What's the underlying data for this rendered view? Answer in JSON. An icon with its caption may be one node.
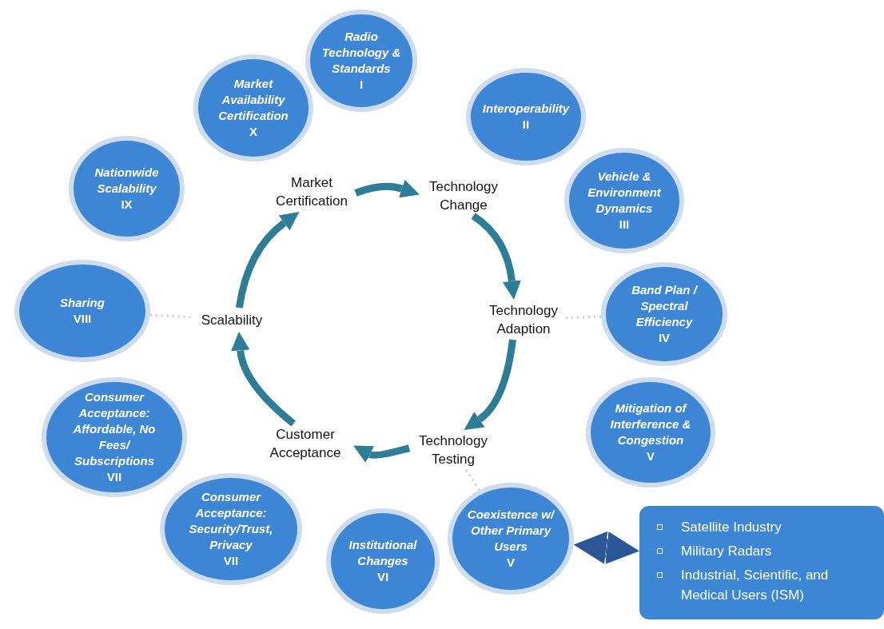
{
  "diagram": {
    "nodes": [
      {
        "text": [
          "Radio Technology & Standards",
          "I"
        ]
      },
      {
        "text": [
          "Interoperability",
          "II"
        ]
      },
      {
        "text": [
          "Vehicle & Environment Dynamics",
          "III"
        ]
      },
      {
        "text": [
          "Band Plan / Spectral Efficiency",
          "IV"
        ]
      },
      {
        "text": [
          "Mitigation of Interference & Congestion",
          "V"
        ]
      },
      {
        "text": [
          "Coexistence w/ Other Primary Users",
          "V"
        ]
      },
      {
        "text": [
          "Institutional Changes",
          "VI"
        ]
      },
      {
        "text": [
          "Consumer Acceptance: Security/Trust, Privacy",
          "VII"
        ]
      },
      {
        "text": [
          "Consumer Acceptance: Affordable, No Fees/ Subscriptions",
          "VII"
        ]
      },
      {
        "text": [
          "Sharing",
          "VIII"
        ]
      },
      {
        "text": [
          "Nationwide Scalability",
          "IX"
        ]
      },
      {
        "text": [
          "Market Availability Certification",
          "X"
        ]
      },
      {
        "text": [
          "Market Certification"
        ]
      },
      {
        "text": [
          "Technology Change"
        ]
      },
      {
        "text": [
          "Technology Adaption"
        ]
      },
      {
        "text": [
          "Technology Testing"
        ]
      },
      {
        "text": [
          "Customer Acceptance"
        ]
      },
      {
        "text": [
          "Scalability"
        ]
      },
      {
        "text": [
          "Satellite Industry",
          "Military Radars",
          "Industrial, Scientific, and Medical Users (ISM)"
        ]
      }
    ],
    "edges": [
      {
        "from": 12,
        "to": 13,
        "arrow": "to"
      },
      {
        "from": 13,
        "to": 14,
        "arrow": "to"
      },
      {
        "from": 14,
        "to": 15,
        "arrow": "to"
      },
      {
        "from": 15,
        "to": 16,
        "arrow": "to"
      },
      {
        "from": 16,
        "to": 17,
        "arrow": "to"
      },
      {
        "from": 17,
        "to": 12,
        "arrow": "to"
      },
      {
        "from": 5,
        "to": 18,
        "arrow": "both",
        "style": "thick",
        "color": "#2b5797"
      },
      {
        "from": 9,
        "to": 17,
        "arrow": "none",
        "style": "dashed",
        "color": "#cccccc"
      },
      {
        "from": 3,
        "to": 14,
        "arrow": "none",
        "style": "dashed",
        "color": "#cccccc"
      },
      {
        "from": 15,
        "to": 5,
        "arrow": "none",
        "style": "dashed",
        "color": "#cccccc"
      }
    ]
  }
}
